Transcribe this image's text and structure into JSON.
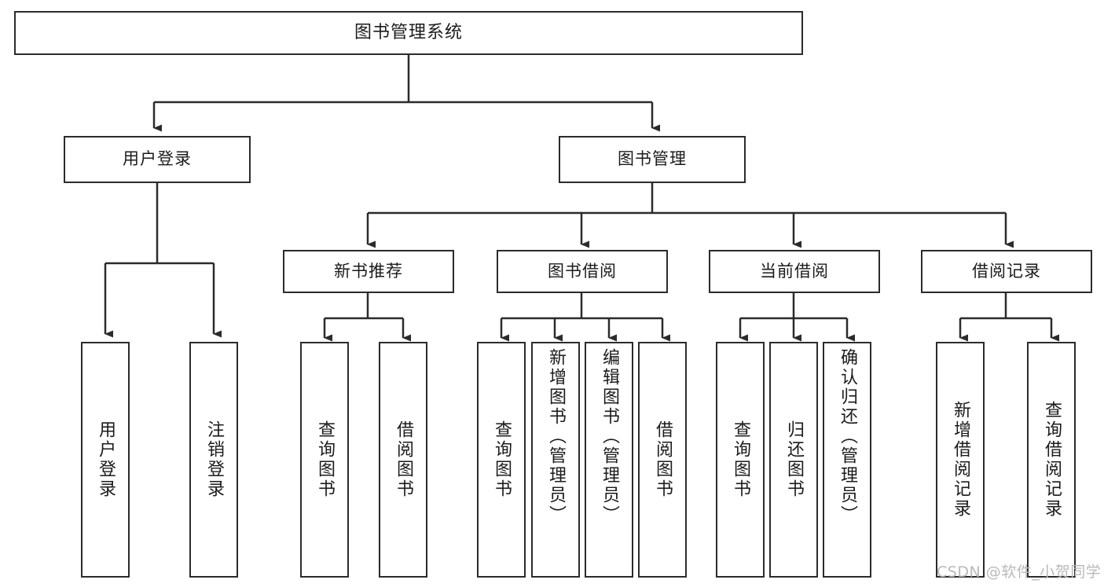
{
  "diagram": {
    "title": "图书管理系统",
    "type": "tree-hierarchy",
    "background": "#ffffff",
    "line_color": "#2b2b2b",
    "box_fill": "#ffffff",
    "text_color": "#1b1b1b"
  },
  "root": {
    "label": "图书管理系统"
  },
  "level2": [
    {
      "label": "用户登录"
    },
    {
      "label": "图书管理"
    }
  ],
  "level3": [
    {
      "label": "新书推荐"
    },
    {
      "label": "图书借阅"
    },
    {
      "label": "当前借阅"
    },
    {
      "label": "借阅记录"
    }
  ],
  "leaves": {
    "user_login": [
      {
        "label": "用户登录"
      },
      {
        "label": "注销登录"
      }
    ],
    "new_book_recommend": [
      {
        "label": "查询图书"
      },
      {
        "label": "借阅图书"
      }
    ],
    "book_borrow": [
      {
        "label": "查询图书"
      },
      {
        "label": "新增图书（管理员）"
      },
      {
        "label": "编辑图书（管理员）"
      },
      {
        "label": "借阅图书"
      }
    ],
    "current_borrow": [
      {
        "label": "查询图书"
      },
      {
        "label": "归还图书"
      },
      {
        "label": "确认归还（管理员）"
      }
    ],
    "borrow_record": [
      {
        "label": "新增借阅记录"
      },
      {
        "label": "查询借阅记录"
      }
    ]
  },
  "watermark": {
    "text": "CSDN @软件_小贺同学"
  }
}
